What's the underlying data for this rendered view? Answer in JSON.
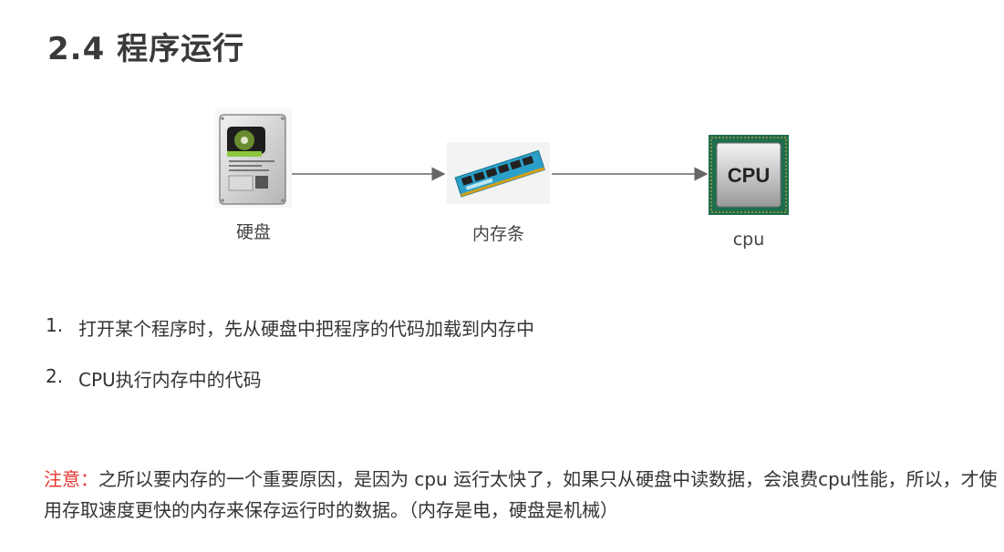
{
  "page": {
    "title": "2.4 程序运行"
  },
  "diagram": {
    "nodes": [
      {
        "id": "hdd",
        "label": "硬盘",
        "icon": "hard-disk-drive-icon"
      },
      {
        "id": "ram",
        "label": "内存条",
        "icon": "ram-stick-icon"
      },
      {
        "id": "cpu",
        "label": "cpu",
        "chip_text": "CPU",
        "icon": "cpu-chip-icon"
      }
    ],
    "colors": {
      "arrow": "#666666",
      "ram_board": "#2aa0c8",
      "cpu_frame": "#1e6e4e"
    }
  },
  "steps": [
    {
      "number": "1.",
      "text": "打开某个程序时，先从硬盘中把程序的代码加载到内存中"
    },
    {
      "number": "2.",
      "text": "CPU执行内存中的代码"
    }
  ],
  "note": {
    "lead": "注意：",
    "lead_color": "#e53935",
    "text": "之所以要内存的一个重要原因，是因为 cpu 运行太快了，如果只从硬盘中读数据，会浪费cpu性能，所以，才使用存取速度更快的内存来保存运行时的数据。（内存是电，硬盘是机械）"
  }
}
